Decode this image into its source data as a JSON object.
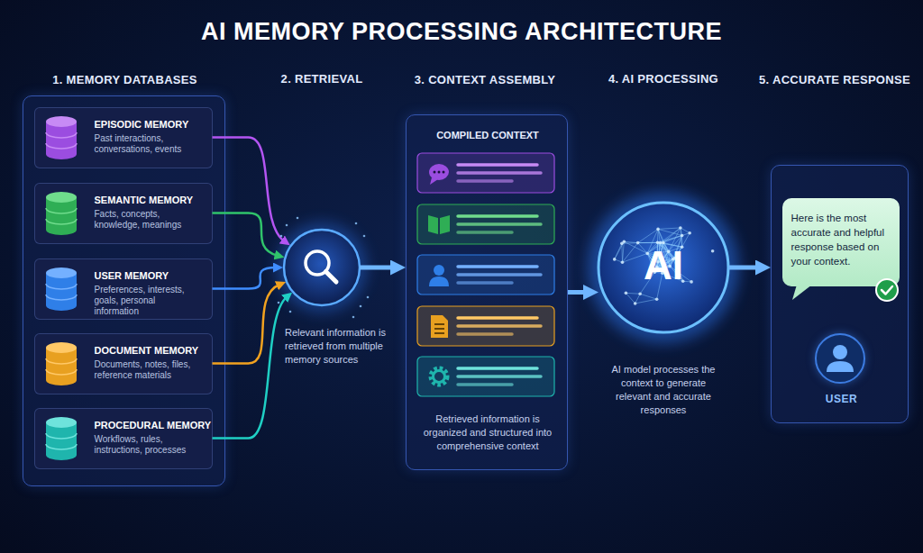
{
  "diagram": {
    "title": "AI MEMORY PROCESSING ARCHITECTURE",
    "nodes": [
      {
        "text": [
          "1. MEMORY DATABASES"
        ]
      },
      {
        "text": [
          "EPISODIC MEMORY",
          "Past interactions, conversations, events"
        ],
        "in": 0
      },
      {
        "text": [
          "SEMANTIC MEMORY",
          "Facts, concepts, knowledge, meanings"
        ],
        "in": 0
      },
      {
        "text": [
          "USER MEMORY",
          "Preferences, interests, goals, personal information"
        ],
        "in": 0
      },
      {
        "text": [
          "DOCUMENT MEMORY",
          "Documents, notes, files, reference materials"
        ],
        "in": 0
      },
      {
        "text": [
          "PROCEDURAL MEMORY",
          "Workflows, rules, instructions, processes"
        ],
        "in": 0
      },
      {
        "text": [
          "2. RETRIEVAL",
          "Relevant information is retrieved from multiple memory sources"
        ]
      },
      {
        "text": [
          "3. CONTEXT ASSEMBLY",
          "COMPILED CONTEXT",
          "Retrieved information is organized and structured into comprehensive context"
        ]
      },
      {
        "text": [
          "4. AI PROCESSING",
          "AI",
          "AI model processes the context to generate relevant and accurate responses"
        ]
      },
      {
        "text": [
          "5. ACCURATE RESPONSE"
        ]
      },
      {
        "text": [
          "Here is the most accurate and helpful response based on your context."
        ],
        "in": 9
      },
      {
        "text": [
          "USER"
        ],
        "in": 9
      }
    ],
    "edges": [
      {
        "from": 1,
        "to": 6,
        "arrow": "to"
      },
      {
        "from": 2,
        "to": 6,
        "arrow": "to"
      },
      {
        "from": 3,
        "to": 6,
        "arrow": "to"
      },
      {
        "from": 4,
        "to": 6,
        "arrow": "to"
      },
      {
        "from": 5,
        "to": 6,
        "arrow": "to"
      },
      {
        "from": 6,
        "to": 7,
        "arrow": "to"
      },
      {
        "from": 7,
        "to": 8,
        "arrow": "to"
      },
      {
        "from": 8,
        "to": 9,
        "arrow": "to"
      }
    ]
  }
}
